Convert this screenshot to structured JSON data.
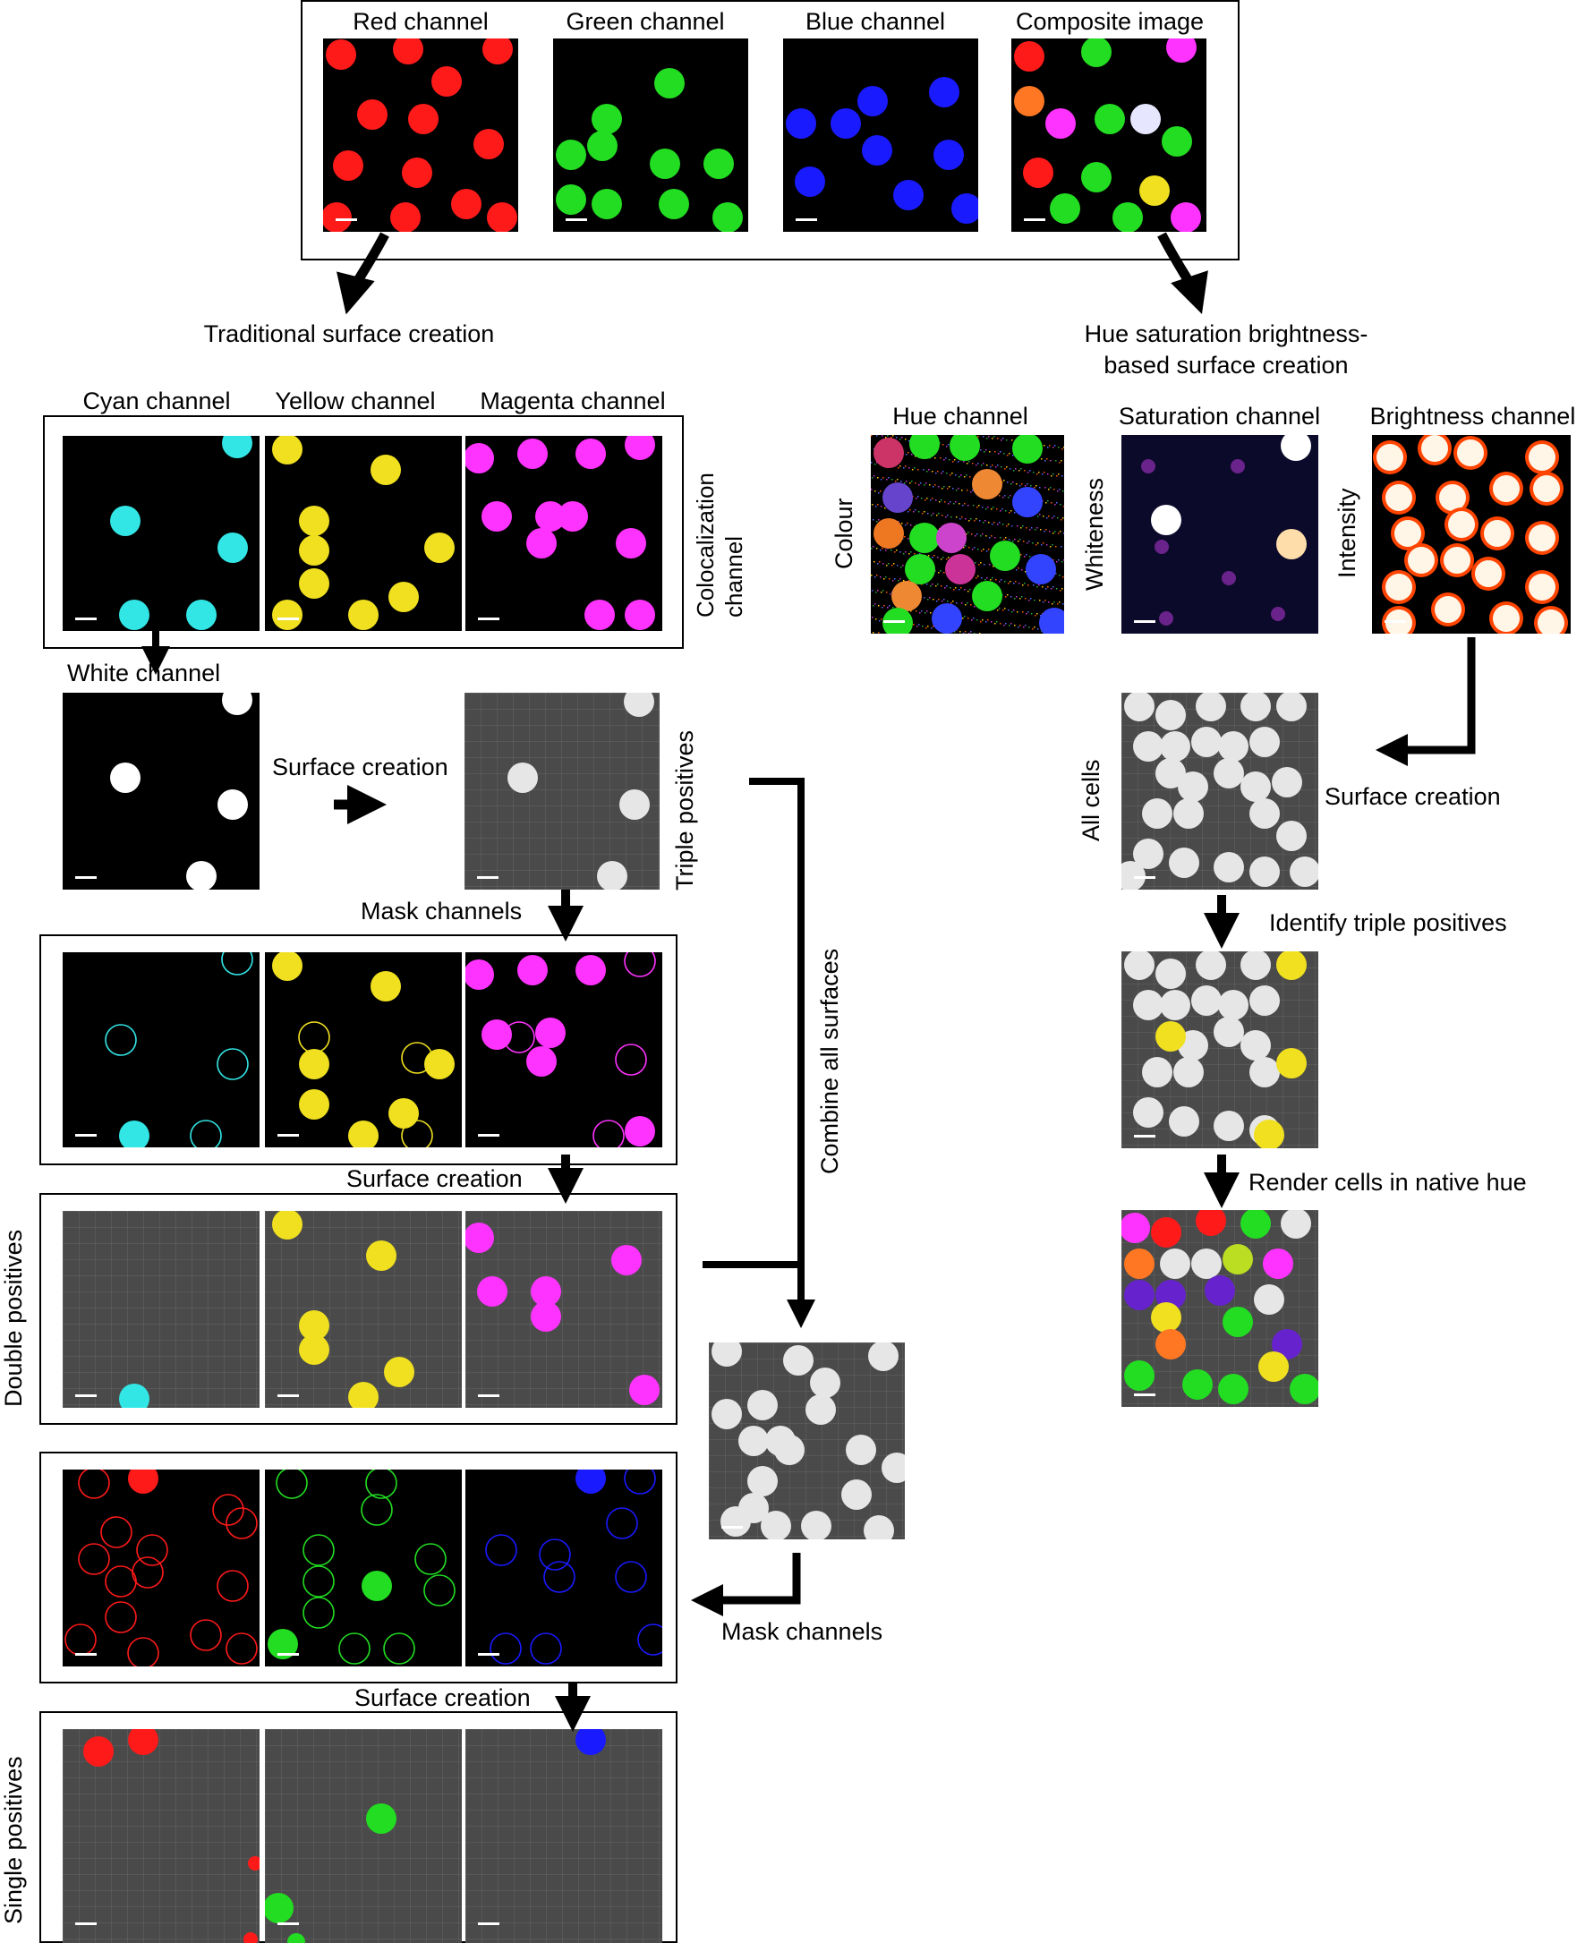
{
  "input": {
    "labels": [
      "Red channel",
      "Green channel",
      "Blue channel",
      "Composite image"
    ]
  },
  "traditional": {
    "title": "Traditional surface creation",
    "cmy_labels": [
      "Cyan channel",
      "Yellow channel",
      "Magenta channel"
    ],
    "colocalization": "Colocalization channel",
    "white_channel": "White channel",
    "surface_creation": "Surface creation",
    "triple_positives": "Triple positives",
    "mask_channels": "Mask channels",
    "surface_creation_2": "Surface creation",
    "double_positives": "Double positives",
    "combine": "Combine all surfaces",
    "mask_channels_2": "Mask channels",
    "surface_creation_3": "Surface creation",
    "single_positives": "Single positives"
  },
  "hsb": {
    "title_line1": "Hue saturation brightness-",
    "title_line2": "based surface creation",
    "hue": "Hue channel",
    "saturation": "Saturation channel",
    "brightness": "Brightness channel",
    "colour": "Colour",
    "whiteness": "Whiteness",
    "intensity": "Intensity",
    "all_cells": "All cells",
    "surface_creation": "Surface creation",
    "identify": "Identify triple positives",
    "render": "Render cells in native hue"
  },
  "colors": {
    "red": "#ff1a1a",
    "green": "#22dd22",
    "blue": "#1a1aff",
    "cyan": "#33e6e6",
    "yellow": "#f0e020",
    "magenta": "#ff33ff",
    "panel_grey": "#4a4a4a",
    "cell_white": "#e6e6e6"
  }
}
